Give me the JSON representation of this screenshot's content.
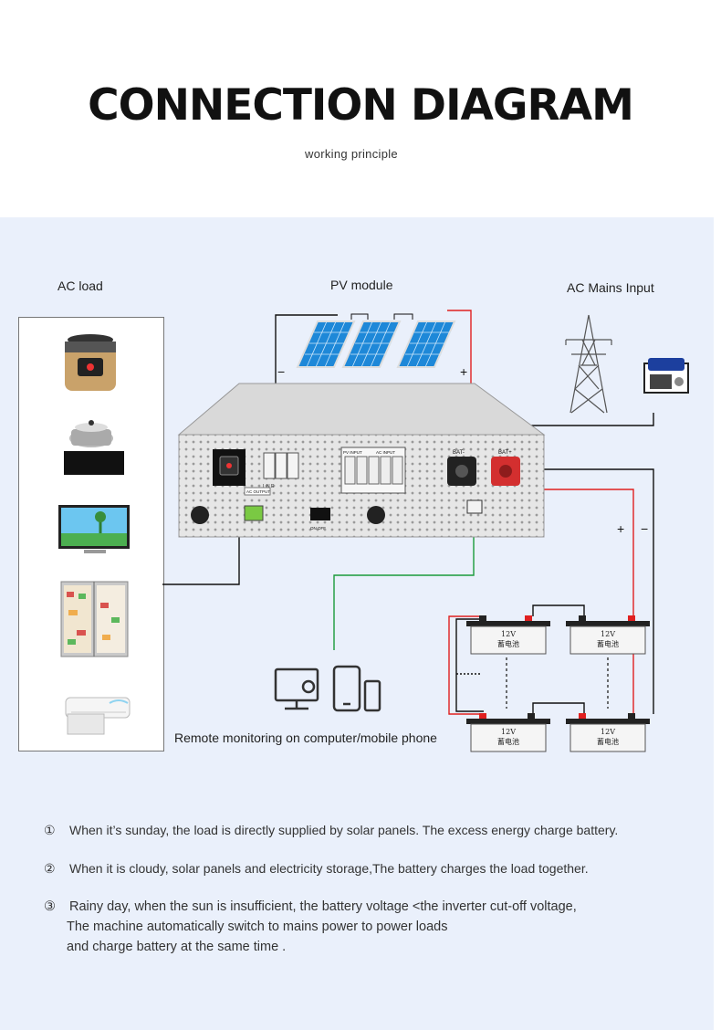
{
  "title": "CONNECTION DIAGRAM",
  "subtitle": "working principle",
  "sections": {
    "ac_load": "AC load",
    "pv_module": "PV module",
    "ac_mains": "AC Mains Input",
    "remote": "Remote monitoring on computer/mobile phone"
  },
  "inverter": {
    "pv_input": "PV INPUT",
    "ac_input": "AC INPUT",
    "ac_output": "AC OUTPUT",
    "bat_neg": "BAT-",
    "bat_pos": "BAT+",
    "switch": "ON  OFF",
    "terminals": "L  N  E"
  },
  "polarity": {
    "pv_minus": "−",
    "pv_plus": "+",
    "bat_plus": "+",
    "bat_minus": "−"
  },
  "batteries": [
    {
      "voltage": "12V",
      "name": "蓄电池"
    },
    {
      "voltage": "12V",
      "name": "蓄电池"
    },
    {
      "voltage": "12V",
      "name": "蓄电池"
    },
    {
      "voltage": "12V",
      "name": "蓄电池"
    }
  ],
  "notes": [
    {
      "num": "①",
      "lines": [
        "When it’s sunday, the load is directly supplied by solar panels. The excess energy charge battery."
      ]
    },
    {
      "num": "②",
      "lines": [
        "When it is cloudy, solar panels and electricity storage,The battery charges the load together."
      ]
    },
    {
      "num": "③",
      "lines": [
        "Rainy day, when the sun is insufficient, the battery voltage <the inverter cut-off voltage,",
        "The machine automatically switch to mains power to power loads",
        "and charge battery at the same time ."
      ]
    }
  ],
  "colors": {
    "panel_bg": "#eaf0fb",
    "wire_black": "#111111",
    "wire_red": "#e02020",
    "wire_green": "#1a9a3a",
    "solar_blue": "#1e88d8"
  }
}
